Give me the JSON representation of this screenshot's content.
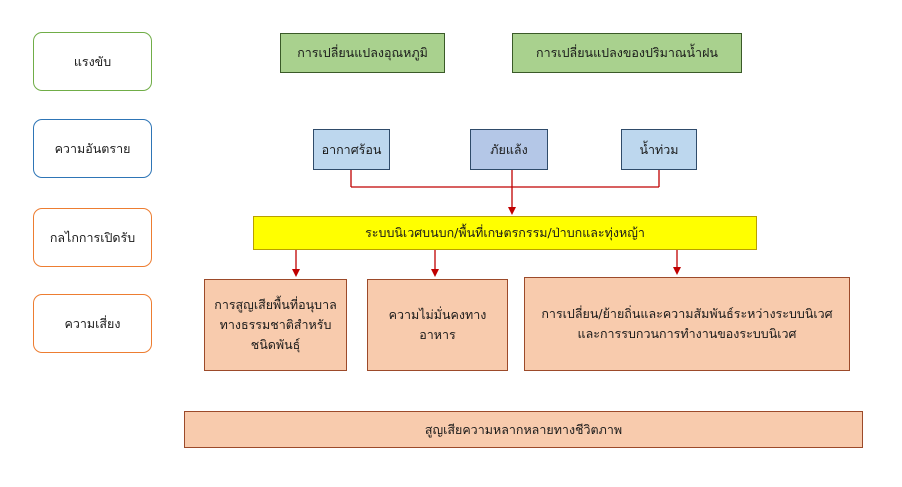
{
  "side_labels": {
    "drivers": "แรงขับ",
    "hazards": "ความอันตราย",
    "mechanisms": "กลไกการเปิดรับ",
    "risks": "ความเสี่ยง"
  },
  "drivers": {
    "temperature": "การเปลี่ยนแปลงอุณหภูมิ",
    "rainfall": "การเปลี่ยนแปลงของปริมาณน้ำฝน"
  },
  "hazards": {
    "heat": "อากาศร้อน",
    "drought": "ภัยแล้ง",
    "flood": "น้ำท่วม"
  },
  "mechanism": "ระบบนิเวศบนบก/พื้นที่เกษตรกรรม/ป่าบกและทุ่งหญ้า",
  "risks": {
    "habitat_loss": [
      "การสูญเสียพื้นที่อนุบาล",
      "ทางธรรมชาติสำหรับ",
      "ชนิดพันธุ์"
    ],
    "food_insecurity": [
      "ความไม่มั่นคงทาง",
      "อาหาร"
    ],
    "ecosystem_change": [
      "การเปลี่ยน/ย้ายถิ่นและความสัมพันธ์ระหว่างระบบนิเวศ",
      "และการรบกวนการทำงานของระบบนิเวศ"
    ]
  },
  "outcome": "สูญเสียความหลากหลายทางชีวิตภาพ",
  "colors": {
    "connector": "#c00000",
    "driver_fill": "#a9d18e",
    "hazard_fill": "#bdd7ee",
    "mechanism_fill": "#ffff00",
    "risk_fill": "#f8cbad"
  }
}
